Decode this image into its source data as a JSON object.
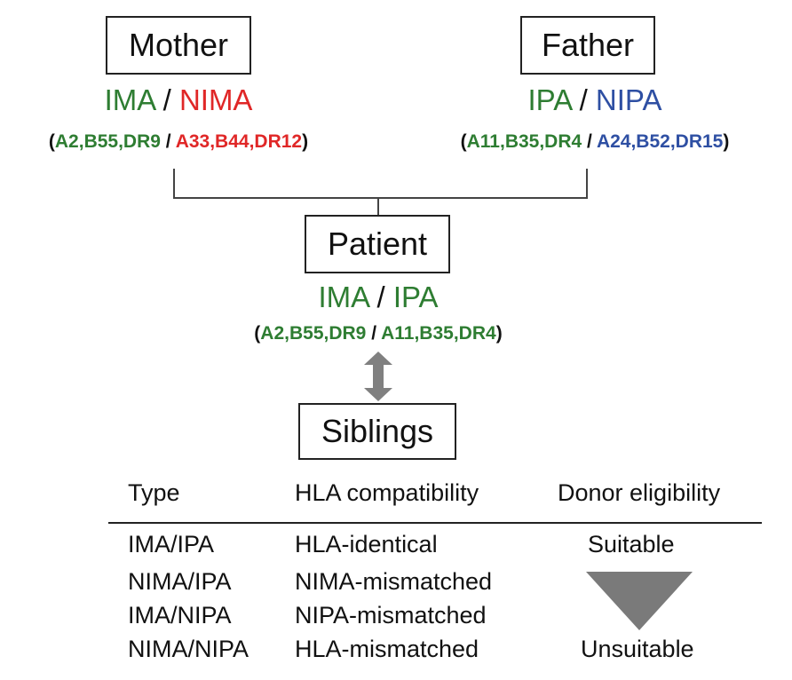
{
  "mother": {
    "title": "Mother",
    "inherited_label": "IMA",
    "non_inherited_label": "NIMA",
    "inherited_hla": "A2,B55,DR9",
    "non_inherited_hla": "A33,B44,DR12"
  },
  "father": {
    "title": "Father",
    "inherited_label": "IPA",
    "non_inherited_label": "NIPA",
    "inherited_hla": "A11,B35,DR4",
    "non_inherited_hla": "A24,B52,DR15"
  },
  "patient": {
    "title": "Patient",
    "label_1": "IMA",
    "label_2": "IPA",
    "hla_1": "A2,B55,DR9",
    "hla_2": "A11,B35,DR4"
  },
  "siblings": {
    "title": "Siblings"
  },
  "separators": {
    "slash": "/",
    "open_paren": "(",
    "close_paren": ")"
  },
  "colors": {
    "inherited": "#2e7d32",
    "nima": "#e02727",
    "nipa": "#2e4fa3",
    "arrow": "#808080",
    "triangle": "#7a7a7a"
  },
  "table": {
    "headers": [
      "Type",
      "HLA compatibility",
      "Donor eligibility"
    ],
    "rows": [
      {
        "type": "IMA/IPA",
        "compatibility": "HLA-identical"
      },
      {
        "type": "NIMA/IPA",
        "compatibility": "NIMA-mismatched"
      },
      {
        "type": "IMA/NIPA",
        "compatibility": "NIPA-mismatched"
      },
      {
        "type": "NIMA/NIPA",
        "compatibility": "HLA-mismatched"
      }
    ],
    "eligibility_top": "Suitable",
    "eligibility_bottom": "Unsuitable"
  }
}
